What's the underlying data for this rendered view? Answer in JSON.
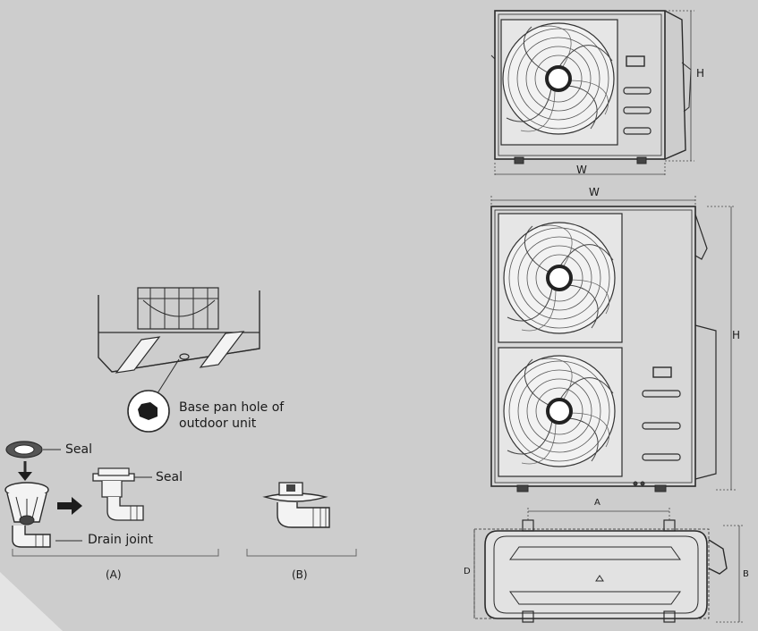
{
  "labels": {
    "base_pan_line1": "Base pan hole of",
    "base_pan_line2": "outdoor unit",
    "seal_top": "Seal",
    "seal_assembled": "Seal",
    "drain_joint": "Drain joint",
    "caption_a": "(A)",
    "caption_b": "(B)"
  },
  "dimensions": {
    "single_fan_height": "H",
    "single_fan_width": "W",
    "dual_fan_width": "W",
    "dual_fan_height": "H",
    "base_a": "A",
    "base_b": "B",
    "base_d": "D"
  },
  "colors": {
    "background": "#cdcdcd",
    "line": "#2b2b2b"
  }
}
